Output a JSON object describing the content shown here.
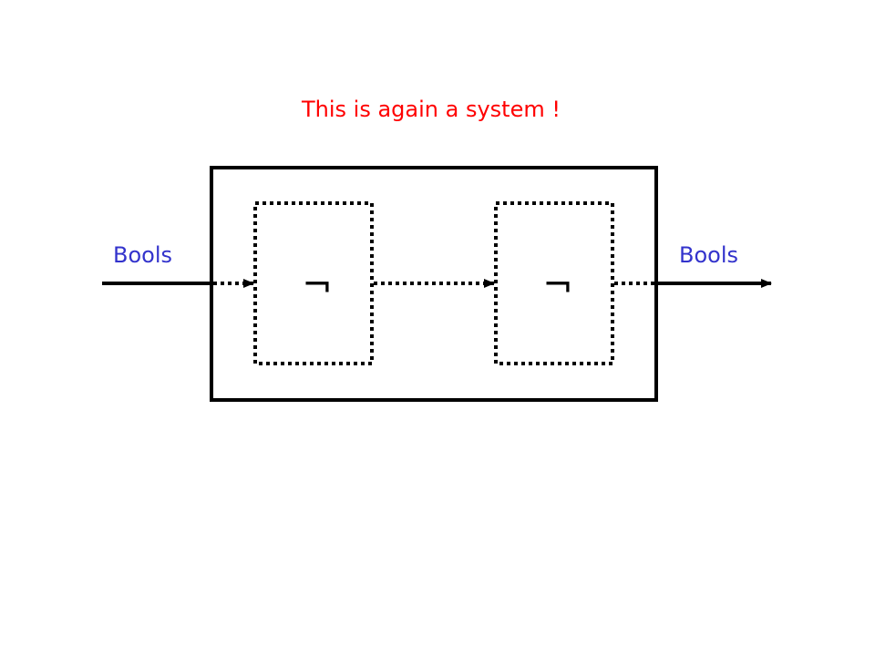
{
  "title": "This is again a system !",
  "input_label": "Bools",
  "output_label": "Bools",
  "blocks": [
    {
      "symbol": "¬"
    },
    {
      "symbol": "¬"
    }
  ],
  "colors": {
    "title": "#ff0000",
    "io_label": "#3333cc",
    "lines": "#000000",
    "background": "#ffffff"
  }
}
